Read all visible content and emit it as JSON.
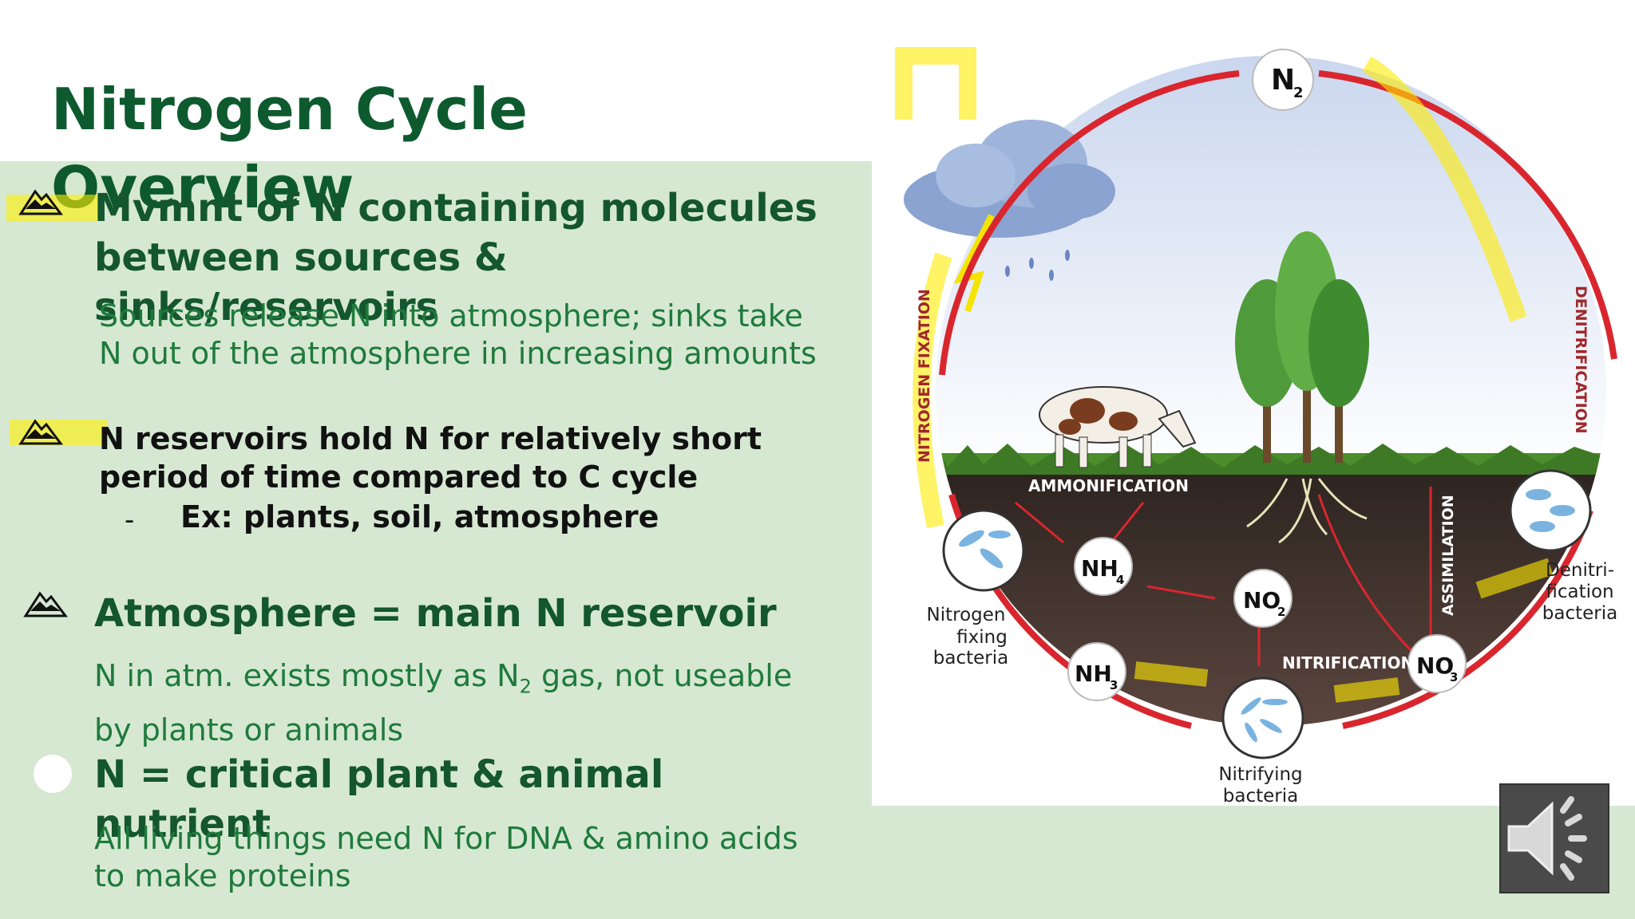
{
  "slide": {
    "title": "Nitrogen Cycle Overview",
    "colors": {
      "title": "#0d5a2e",
      "panel": "#d6e8d2",
      "accent_text": "#1f7a3c",
      "highlight": "#fff000"
    }
  },
  "bullets": [
    {
      "icon": "mountain-icon",
      "heading": "Mvmnt of N containing molecules between sources & sinks/reservoirs",
      "body": "Sources release N into atmosphere; sinks take N out of the atmosphere in increasing amounts"
    },
    {
      "icon": "mountain-icon",
      "heading": "N reservoirs hold N for relatively short period of time compared to C cycle",
      "sub_dash": "-",
      "sub": "Ex: plants, soil, atmosphere"
    },
    {
      "icon": "mountain-icon",
      "heading": "Atmosphere = main N reservoir",
      "body_pre": "N in atm. exists mostly as N",
      "body_sub": "2",
      "body_post": " gas, not useable by plants or animals"
    },
    {
      "icon": "circle-icon",
      "heading": "N = critical plant & animal nutrient",
      "body": "All living things need N for DNA & amino acids to make proteins"
    }
  ],
  "diagram": {
    "n2": "N",
    "n2_sub": "2",
    "nh4": "NH",
    "nh4_sub": "4",
    "no2": "NO",
    "no2_sub": "2",
    "nh3": "NH",
    "nh3_sub": "3",
    "no3": "NO",
    "no3_sub": "3",
    "label_fixation": "NITROGEN FIXATION",
    "label_denitrification": "DENITRIFICATION",
    "label_ammonification": "AMMONIFICATION",
    "label_assimilation": "ASSIMILATION",
    "label_nitrification": "NITRIFICATION",
    "fixing_bacteria": [
      "Nitrogen",
      "fixing",
      "bacteria"
    ],
    "nitrifying_bacteria": [
      "Nitrifying",
      "bacteria"
    ],
    "denitri_bacteria": [
      "Denitri-",
      "fication",
      "bacteria"
    ]
  },
  "controls": {
    "audio_icon": "speaker-icon"
  }
}
